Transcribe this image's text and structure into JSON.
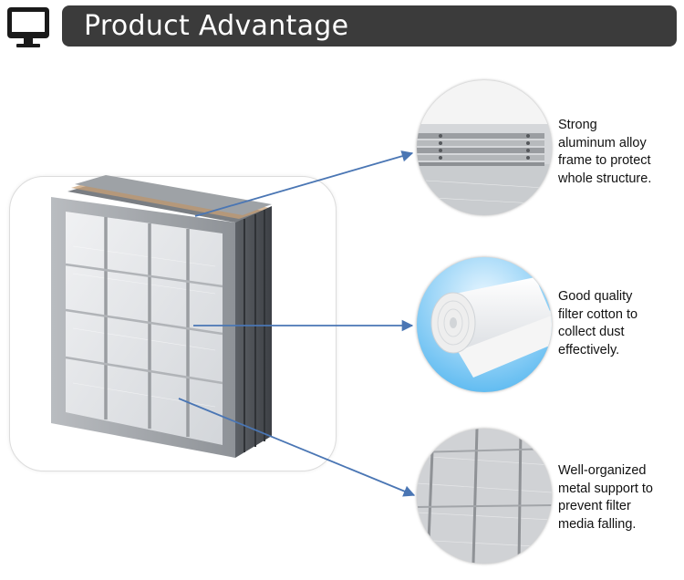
{
  "header": {
    "title": "Product Advantage",
    "icon": "monitor-icon"
  },
  "colors": {
    "title_bar": "#3b3b3b",
    "connector": "#4a76b4",
    "text": "#111111"
  },
  "features": [
    {
      "name": "aluminum-frame",
      "caption": "Strong\naluminum alloy\nframe to protect\nwhole structure."
    },
    {
      "name": "filter-cotton",
      "caption": "Good quality\nfilter cotton  to\ncollect dust\neffectively."
    },
    {
      "name": "metal-support",
      "caption": "Well-organized\nmetal support to\nprevent filter\nmedia falling."
    }
  ]
}
